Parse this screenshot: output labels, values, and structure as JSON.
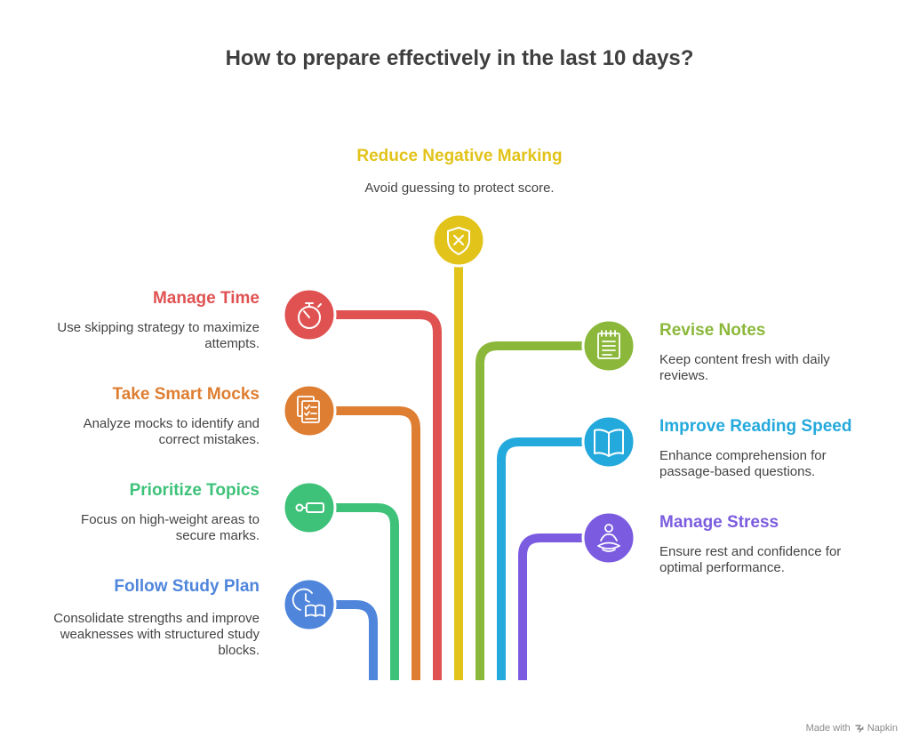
{
  "title": "How to prepare effectively in the last 10 days?",
  "colors": {
    "red": "#e05252",
    "orange": "#de7e32",
    "green": "#3ec279",
    "blue": "#4f86dc",
    "yellow": "#e2c31a",
    "lime": "#8bb83a",
    "cyan": "#24a9dc",
    "purple": "#7b5ce0"
  },
  "top": {
    "title": "Reduce Negative Marking",
    "desc": "Avoid guessing to protect score.",
    "color": "#e2c31a",
    "icon": "shield-x-icon"
  },
  "left": [
    {
      "title": "Manage Time",
      "desc": "Use skipping strategy to maximize attempts.",
      "color": "#e05252",
      "icon": "stopwatch-icon"
    },
    {
      "title": "Take Smart Mocks",
      "desc": "Analyze mocks to identify and correct mistakes.",
      "color": "#de7e32",
      "icon": "checklist-documents-icon"
    },
    {
      "title": "Prioritize Topics",
      "desc": "Focus on high-weight areas to secure marks.",
      "color": "#3ec279",
      "icon": "priority-slider-icon"
    },
    {
      "title": "Follow Study Plan",
      "desc": "Consolidate strengths and improve weaknesses with structured study blocks.",
      "color": "#4f86dc",
      "icon": "clock-book-icon"
    }
  ],
  "right": [
    {
      "title": "Revise Notes",
      "desc": "Keep content fresh with daily reviews.",
      "color": "#8bb83a",
      "icon": "notepad-icon"
    },
    {
      "title": "Improve Reading Speed",
      "desc": "Enhance comprehension for passage-based questions.",
      "color": "#24a9dc",
      "icon": "open-book-icon"
    },
    {
      "title": "Manage Stress",
      "desc": "Ensure rest and confidence for optimal performance.",
      "color": "#7b5ce0",
      "icon": "meditation-icon"
    }
  ],
  "footer": {
    "made_with": "Made with",
    "brand": "Napkin"
  }
}
